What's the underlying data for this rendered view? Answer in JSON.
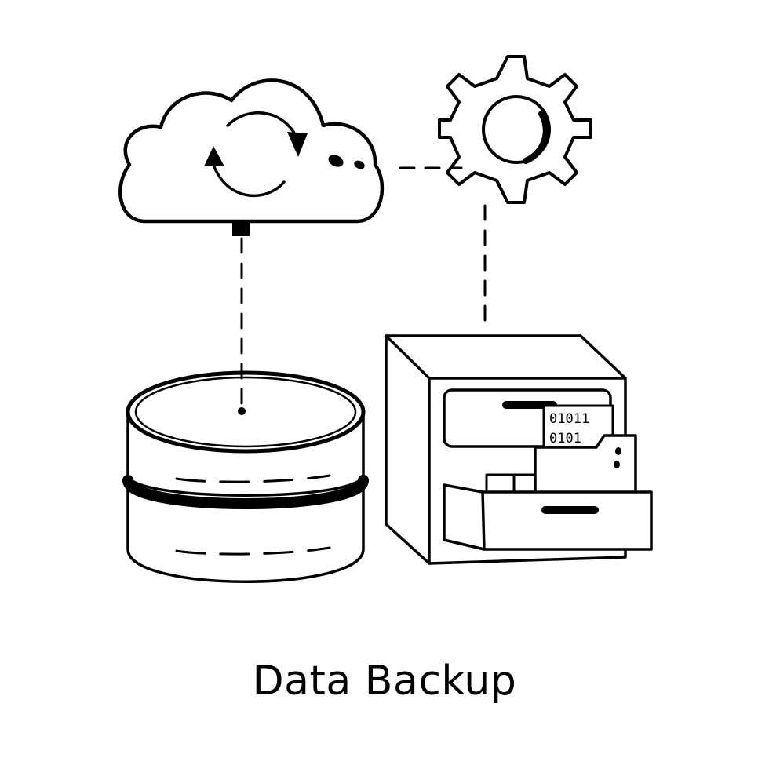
{
  "caption": "Data Backup",
  "file_binary": [
    "01011",
    "0101"
  ],
  "icons": [
    "cloud-sync-icon",
    "gear-icon",
    "database-icon",
    "file-cabinet-icon"
  ],
  "colors": {
    "stroke": "#000000",
    "background": "#ffffff"
  }
}
